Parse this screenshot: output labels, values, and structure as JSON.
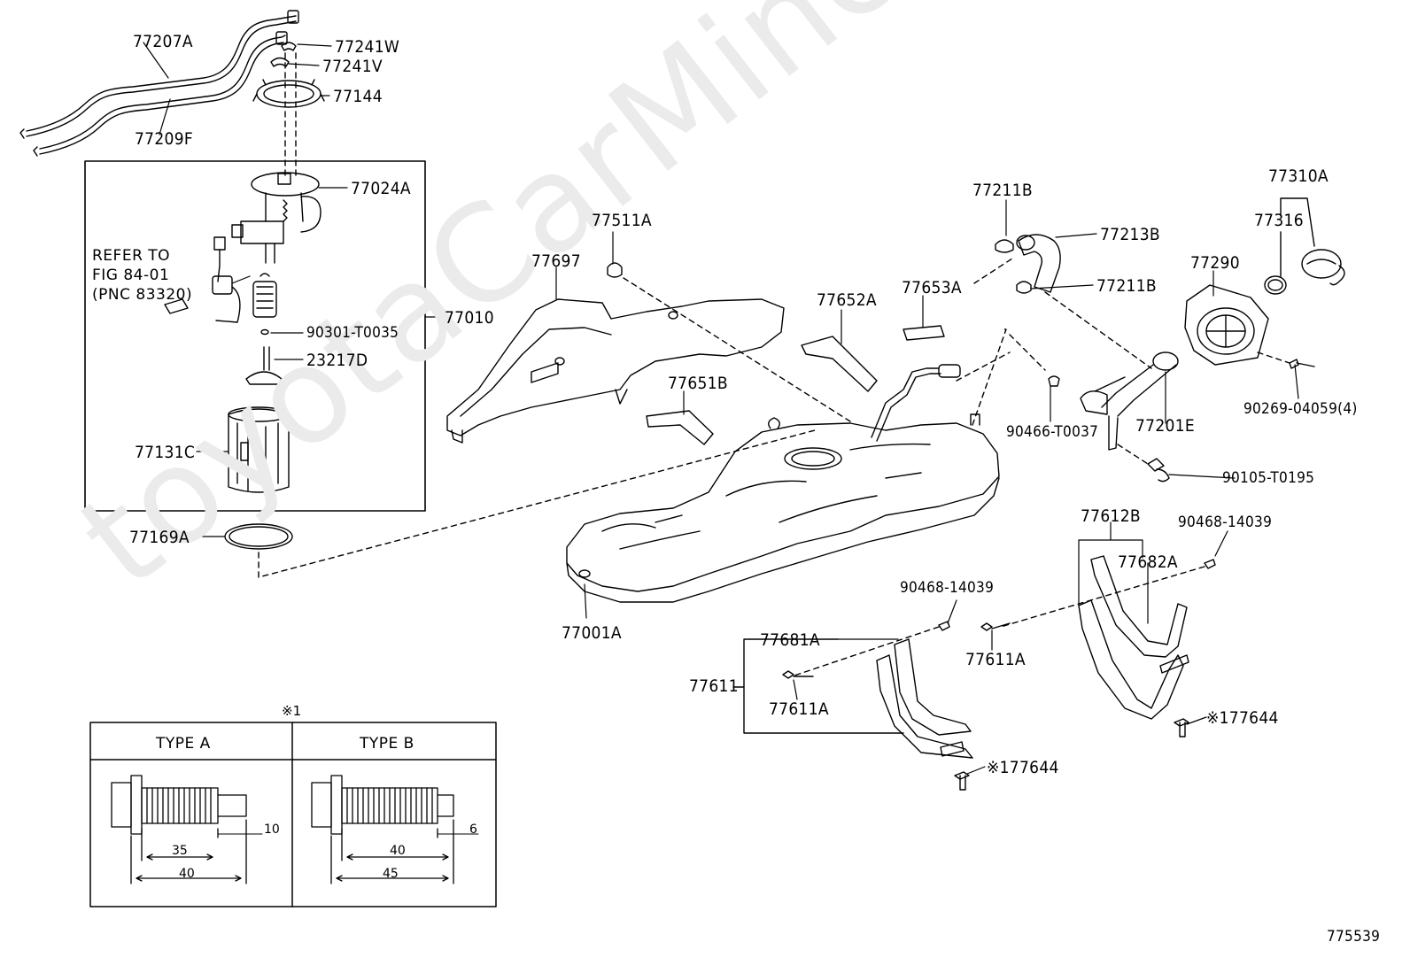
{
  "watermark": "toyotaCarMine.ru",
  "figure_id": "775539",
  "labels": {
    "p77207A": "77207A",
    "p77209F": "77209F",
    "p77241W": "77241W",
    "p77241V": "77241V",
    "p77144": "77144",
    "p77024A": "77024A",
    "p90301": "90301-T0035",
    "p23217D": "23217D",
    "p77131C": "77131C",
    "p77010": "77010",
    "p77169A": "77169A",
    "p77511A": "77511A",
    "p77697": "77697",
    "p77651B": "77651B",
    "p77652A": "77652A",
    "p77653A": "77653A",
    "p77211B_top": "77211B",
    "p77213B": "77213B",
    "p77211B_mid": "77211B",
    "p77310A": "77310A",
    "p77316": "77316",
    "p77290": "77290",
    "p90466": "90466-T0037",
    "p77201E": "77201E",
    "p90269": "90269-04059(4)",
    "p90105": "90105-T0195",
    "p77612B": "77612B",
    "p90468_r": "90468-14039",
    "p77682A": "77682A",
    "p90468_m": "90468-14039",
    "p77611A_r": "77611A",
    "p77681A": "77681A",
    "p77611": "77611",
    "p77611A_l": "77611A",
    "p77001A": "77001A",
    "p77644_r": "※177644",
    "p77644_m": "※177644"
  },
  "refer_note": "REFER TO\nFIG 84-01\n(PNC 83320)",
  "inset": {
    "note_mark": "※1",
    "type_a": {
      "title": "TYPE A",
      "dims": [
        "10",
        "35",
        "40"
      ]
    },
    "type_b": {
      "title": "TYPE B",
      "dims": [
        "6",
        "40",
        "45"
      ]
    }
  }
}
